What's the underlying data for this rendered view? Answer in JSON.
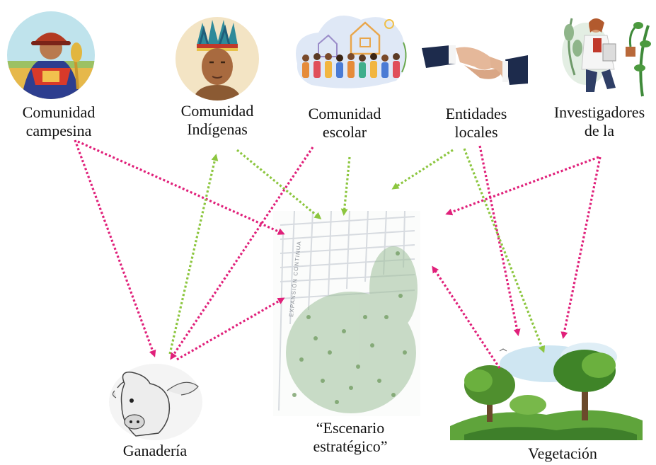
{
  "nodes": {
    "campesina": {
      "label": "Comunidad\ncampesina",
      "icon": "farmer-woman-icon"
    },
    "indigenas": {
      "label": "Comunidad\nIndígenas",
      "icon": "indigenous-man-icon"
    },
    "escolar": {
      "label": "Comunidad\nescolar",
      "icon": "school-children-icon"
    },
    "entidades": {
      "label": "Entidades\nlocales",
      "icon": "handshake-icon"
    },
    "investigadores": {
      "label": "Investigadores\nde la",
      "icon": "researcher-plant-icon"
    },
    "ganaderia": {
      "label": "Ganadería",
      "icon": "cow-icon"
    },
    "escenario": {
      "label": "“Escenario\nestratégico”",
      "icon": "city-map-icon"
    },
    "vegetacion": {
      "label": "Vegetación",
      "icon": "trees-landscape-icon"
    }
  },
  "map_text": "EXPANSIÓN CONTINUA",
  "arrow_colors": {
    "magenta": "#e0207a",
    "green": "#8cc63f"
  },
  "relations": [
    {
      "from": "campesina",
      "to": "ganaderia",
      "color": "magenta"
    },
    {
      "from": "campesina",
      "to": "escenario",
      "color": "magenta"
    },
    {
      "from": "indigenas",
      "to": "escenario",
      "color": "green"
    },
    {
      "from": "ganaderia",
      "to": "indigenas",
      "color": "green"
    },
    {
      "from": "escolar",
      "to": "ganaderia",
      "color": "magenta"
    },
    {
      "from": "escolar",
      "to": "escenario",
      "color": "green"
    },
    {
      "from": "entidades",
      "to": "escenario",
      "color": "green"
    },
    {
      "from": "entidades",
      "to": "vegetacion",
      "color": "magenta"
    },
    {
      "from": "entidades",
      "to": "vegetacion",
      "color": "green"
    },
    {
      "from": "investigadores",
      "to": "escenario",
      "color": "magenta"
    },
    {
      "from": "investigadores",
      "to": "vegetacion",
      "color": "magenta"
    },
    {
      "from": "ganaderia",
      "to": "escenario",
      "color": "magenta"
    },
    {
      "from": "vegetacion",
      "to": "escenario",
      "color": "magenta"
    }
  ]
}
